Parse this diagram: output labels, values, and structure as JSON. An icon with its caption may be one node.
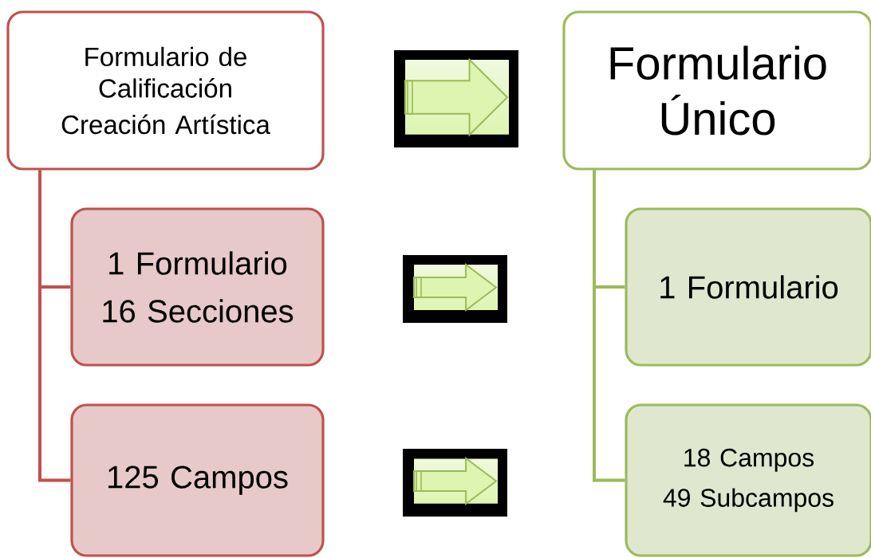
{
  "diagram": {
    "nodes": [
      {
        "text": [
          "Formulario de Calificación",
          "Creación Artística"
        ]
      },
      {
        "text": [
          "1 Formulario",
          "16 Secciones"
        ]
      },
      {
        "text": [
          "125 Campos"
        ]
      },
      {
        "text": [
          "Formulario Único"
        ]
      },
      {
        "text": [
          "1 Formulario"
        ]
      },
      {
        "text": [
          "18 Campos",
          "49 Subcampos"
        ]
      },
      {
        "text": [],
        "shape": "picture"
      },
      {
        "text": [],
        "shape": "picture"
      },
      {
        "text": [],
        "shape": "picture"
      }
    ],
    "edges": [
      {
        "from": 0,
        "to": 1,
        "arrow": "none",
        "color": "#c0504d"
      },
      {
        "from": 0,
        "to": 2,
        "arrow": "none",
        "color": "#c0504d"
      },
      {
        "from": 3,
        "to": 4,
        "arrow": "none",
        "color": "#9bbb59"
      },
      {
        "from": 3,
        "to": 5,
        "arrow": "none",
        "color": "#9bbb59"
      }
    ]
  }
}
